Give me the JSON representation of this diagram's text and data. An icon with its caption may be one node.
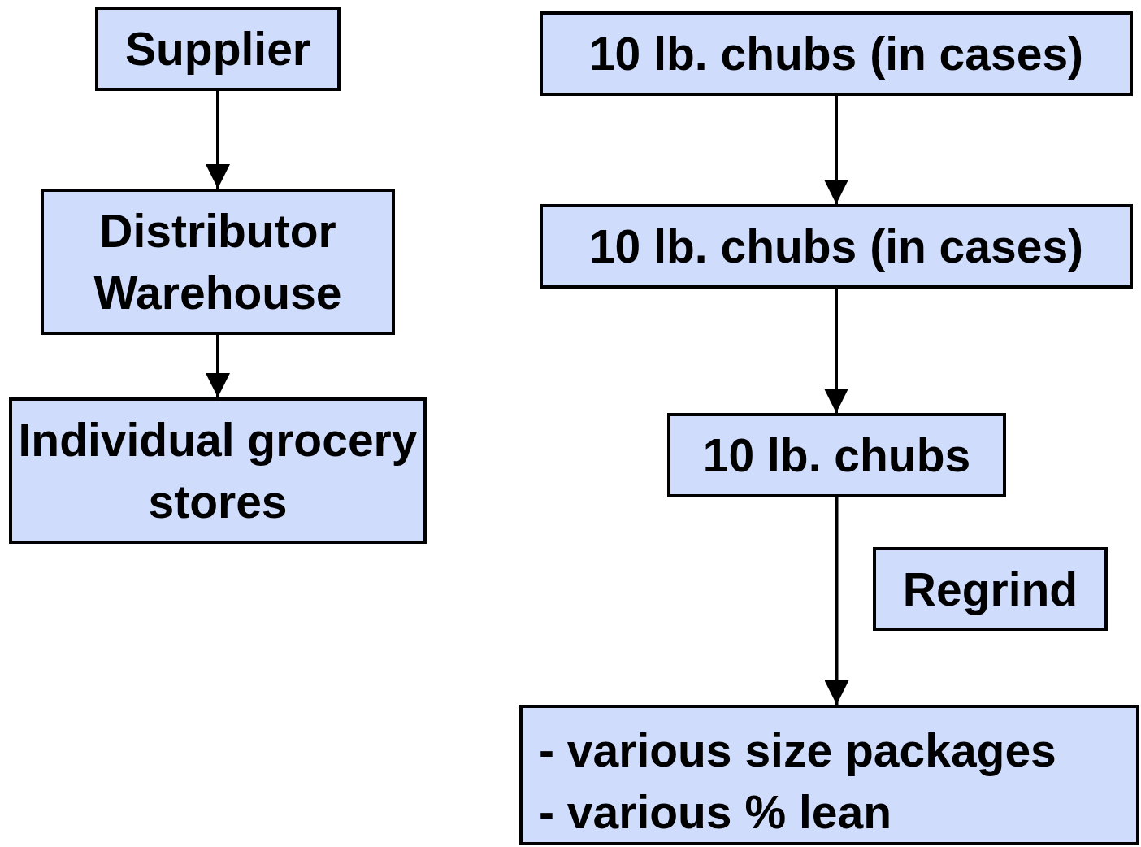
{
  "diagram": {
    "nodes": [
      {
        "text": [
          "Supplier"
        ]
      },
      {
        "text": [
          "Distributor Warehouse"
        ]
      },
      {
        "text": [
          "Individual grocery stores"
        ]
      },
      {
        "text": [
          "10 lb. chubs (in cases)"
        ]
      },
      {
        "text": [
          "10 lb. chubs (in cases)"
        ]
      },
      {
        "text": [
          "10 lb. chubs"
        ]
      },
      {
        "text": [
          "Regrind"
        ]
      },
      {
        "text": [
          "- various size packages",
          "- various % lean"
        ]
      }
    ],
    "edges": [
      {
        "from": 0,
        "to": 1,
        "arrow": "to"
      },
      {
        "from": 1,
        "to": 2,
        "arrow": "to"
      },
      {
        "from": 3,
        "to": 4,
        "arrow": "to"
      },
      {
        "from": 4,
        "to": 5,
        "arrow": "to"
      },
      {
        "from": 5,
        "to": 7,
        "arrow": "to"
      }
    ]
  }
}
